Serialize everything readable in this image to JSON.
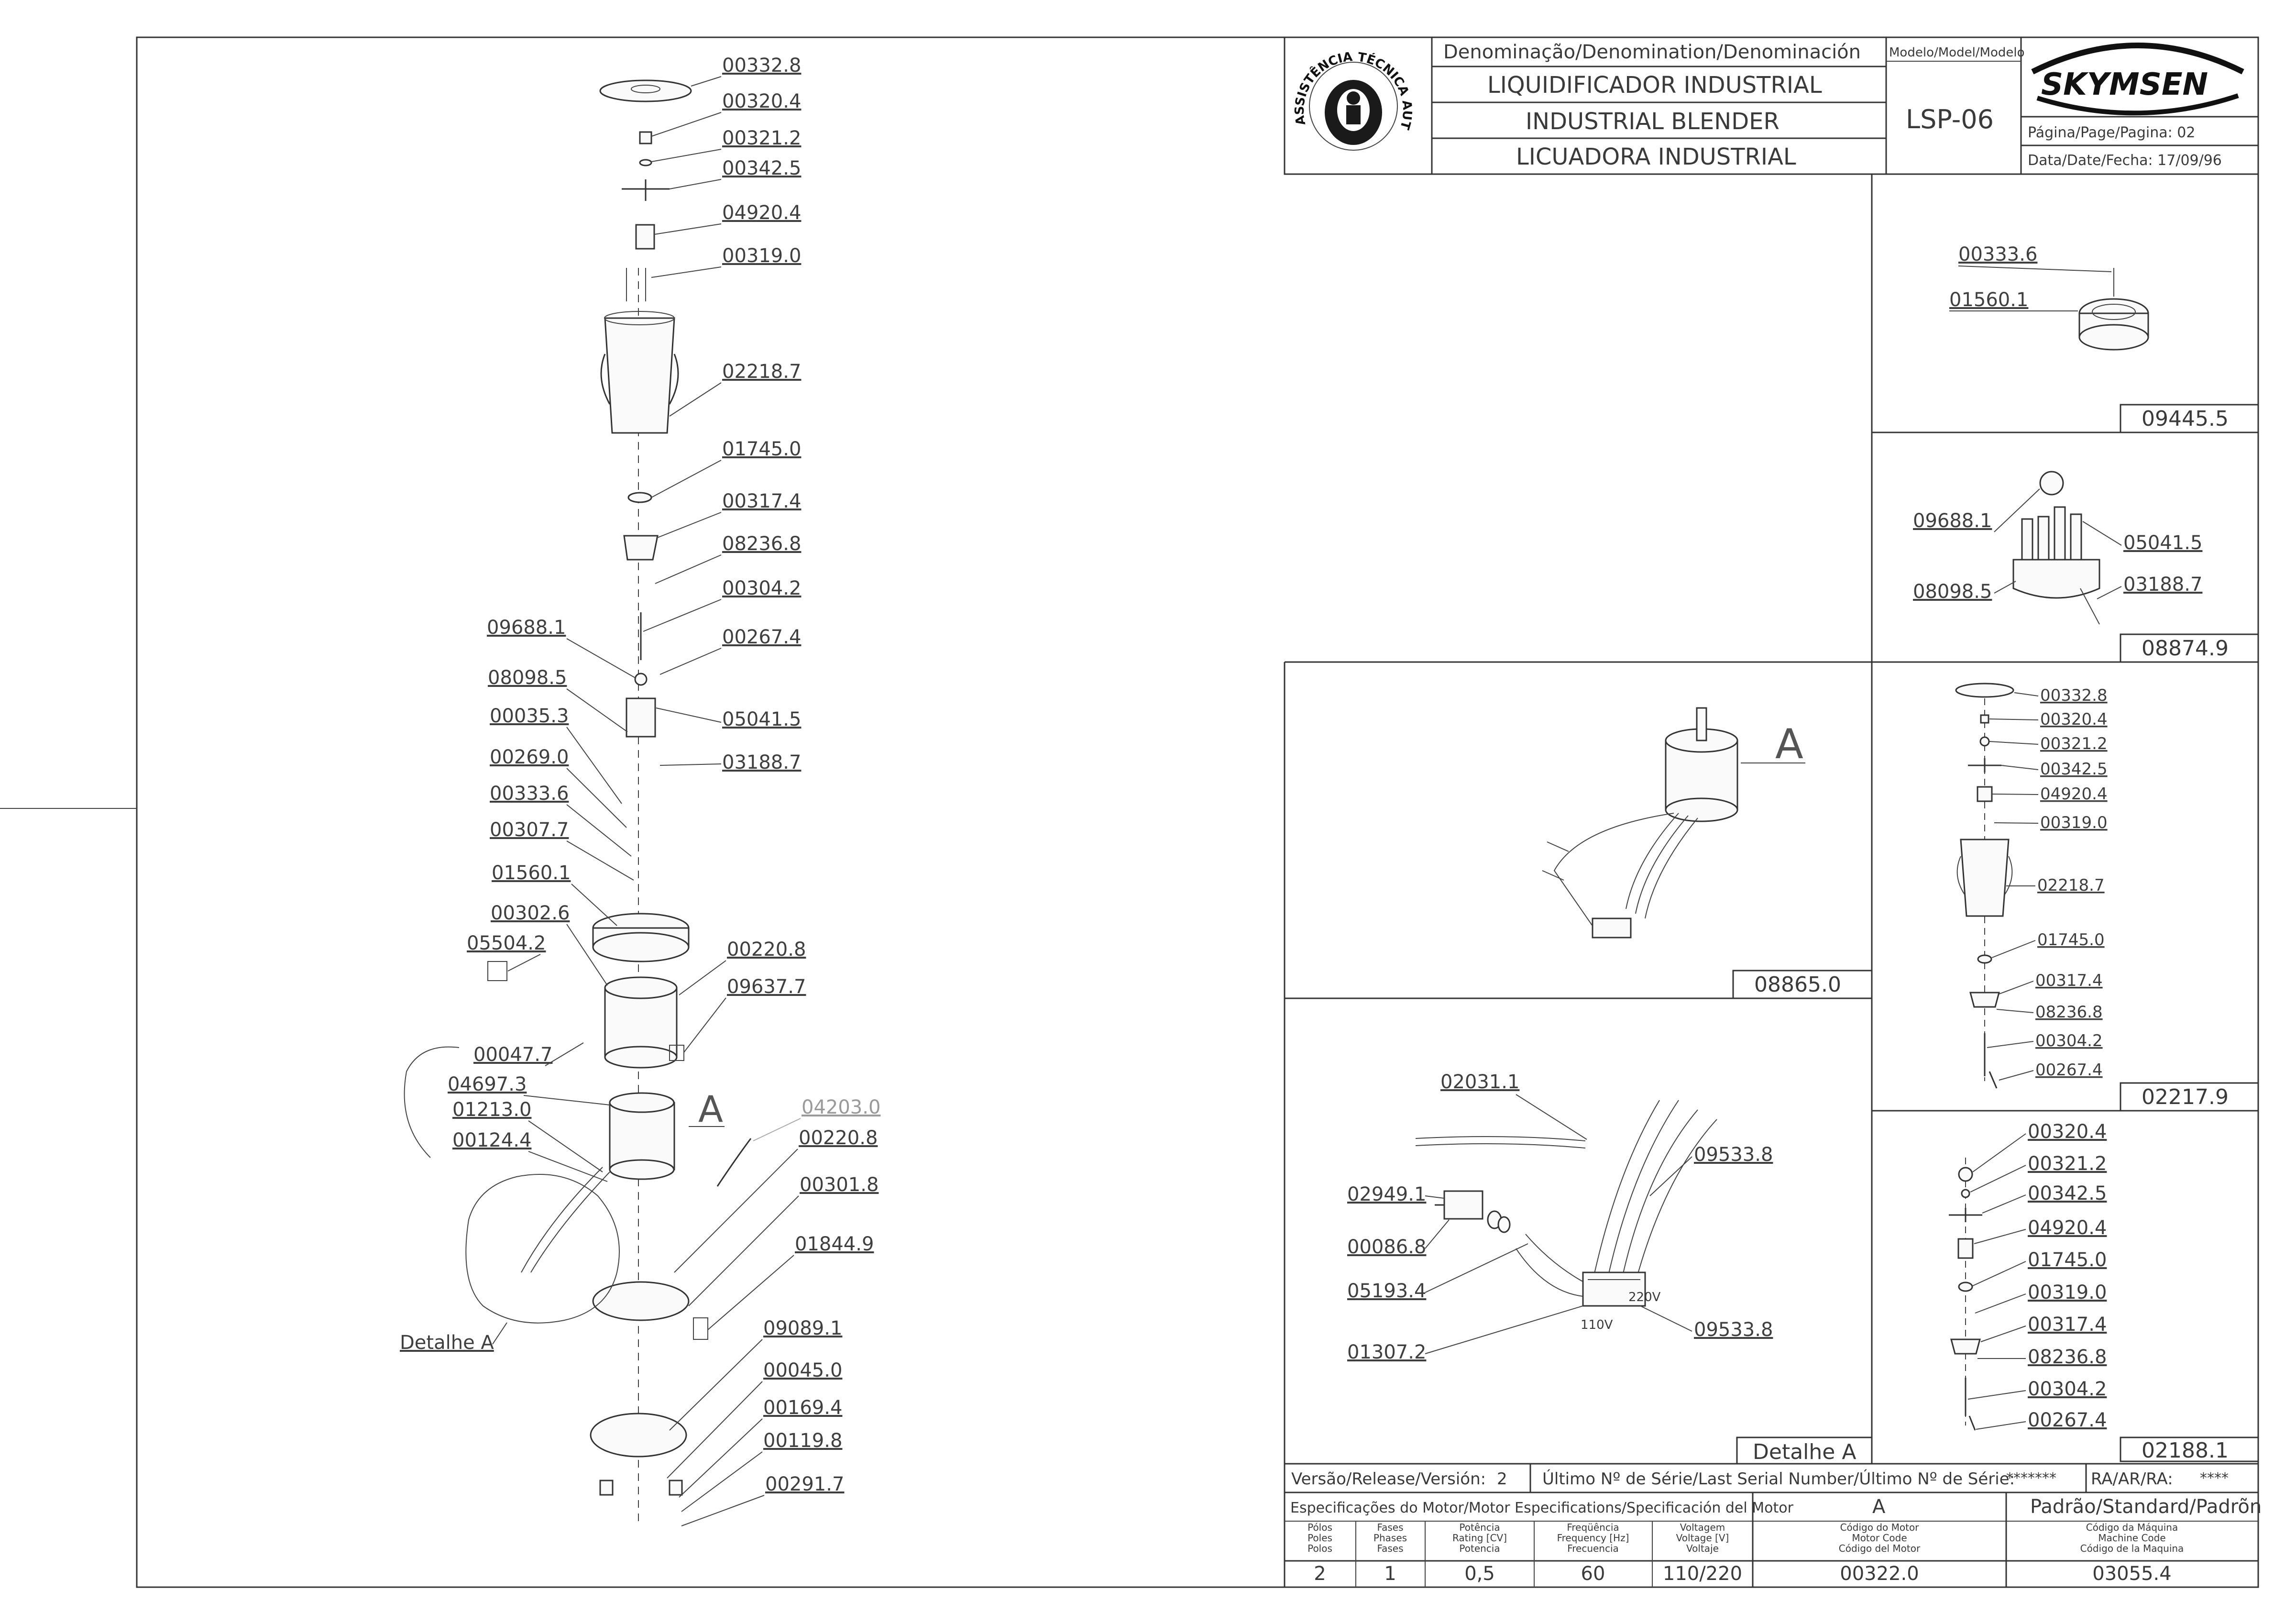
{
  "title_block": {
    "denomination_header": "Denominação/Denomination/Denominación",
    "name_pt": "LIQUIDIFICADOR  INDUSTRIAL",
    "name_en": "INDUSTRIAL  BLENDER",
    "name_es": "LICUADORA  INDUSTRIAL",
    "model_header": "Modelo/Model/Modelo",
    "model": "LSP-06",
    "brand": "SKYMSEN",
    "page_label": "Página/Page/Pagina:  02",
    "date_label": "Data/Date/Fecha:  17/09/96",
    "seal_text": "ASSISTÊNCIA TÉCNICA AUTORIZADA"
  },
  "bottom_block": {
    "version_label": "Versão/Release/Versión:",
    "version_value": "2",
    "serial_label": "Último Nº de Série/Last Serial Number/Último Nº de Série:",
    "serial_value": "*******",
    "ra_label": "RA/AR/RA:",
    "ra_value": "****",
    "motor_spec_label": "Especificações do Motor/Motor Especifications/Specificación del Motor",
    "motor_letter": "A",
    "standard_label": "Padrão/Standard/Padrõn",
    "col_poles": [
      "Pólos",
      "Poles",
      "Polos"
    ],
    "col_phases": [
      "Fases",
      "Phases",
      "Fases"
    ],
    "col_power": [
      "Potência",
      "Rating [CV]",
      "Potencia"
    ],
    "col_freq": [
      "Freqüência",
      "Frequency [Hz]",
      "Frecuencia"
    ],
    "col_voltage": [
      "Voltagem",
      "Voltage [V]",
      "Voltaje"
    ],
    "col_motor_code": [
      "Código do Motor",
      "Motor Code",
      "Código del Motor"
    ],
    "col_machine_code": [
      "Código da Máquina",
      "Machine Code",
      "Código de la Maquina"
    ],
    "val_poles": "2",
    "val_phases": "1",
    "val_power": "0,5",
    "val_freq": "60",
    "val_voltage": "110/220",
    "val_motor_code": "00322.0",
    "val_machine_code": "03055.4"
  },
  "main_labels": {
    "l01": "00332.8",
    "l02": "00320.4",
    "l03": "00321.2",
    "l04": "00342.5",
    "l05": "04920.4",
    "l06": "00319.0",
    "l07": "02218.7",
    "l08": "01745.0",
    "l09": "00317.4",
    "l10": "08236.8",
    "l11": "00304.2",
    "l12": "00267.4",
    "l13": "09688.1",
    "l14": "08098.5",
    "l15": "05041.5",
    "l16": "00035.3",
    "l17": "03188.7",
    "l18": "00269.0",
    "l19": "00333.6",
    "l20": "00307.7",
    "l21": "01560.1",
    "l22": "00302.6",
    "l23": "00220.8",
    "l24": "05504.2",
    "l25": "09637.7",
    "l26": "00047.7",
    "l27": "04697.3",
    "l28": "01213.0",
    "l29": "00124.4",
    "l30": "04203.0",
    "l31": "00220.8",
    "l32": "00301.8",
    "l33": "01844.9",
    "l34": "09089.1",
    "l35": "00045.0",
    "l36": "00169.4",
    "l37": "00119.8",
    "l38": "00291.7",
    "l39": "Detalhe  A",
    "motor_a": "A"
  },
  "panel_09445": {
    "code": "09445.5",
    "a": "00333.6",
    "b": "01560.1"
  },
  "panel_08874": {
    "code": "08874.9",
    "a": "09688.1",
    "b": "05041.5",
    "c": "08098.5",
    "d": "03188.7"
  },
  "panel_08865": {
    "code": "08865.0",
    "letter": "A"
  },
  "panel_02217": {
    "code": "02217.9",
    "items": [
      "00332.8",
      "00320.4",
      "00321.2",
      "00342.5",
      "04920.4",
      "00319.0",
      "02218.7",
      "01745.0",
      "00317.4",
      "08236.8",
      "00304.2",
      "00267.4"
    ]
  },
  "panel_detail": {
    "code": "Detalhe  A",
    "a": "02031.1",
    "b": "09533.8",
    "c": "02949.1",
    "d": "00086.8",
    "e": "05193.4",
    "f": "01307.2",
    "g": "09533.8",
    "v110": "110V",
    "v220": "220V"
  },
  "panel_02188": {
    "code": "02188.1",
    "items": [
      "00320.4",
      "00321.2",
      "00342.5",
      "04920.4",
      "01745.0",
      "00319.0",
      "00317.4",
      "08236.8",
      "00304.2",
      "00267.4"
    ]
  }
}
